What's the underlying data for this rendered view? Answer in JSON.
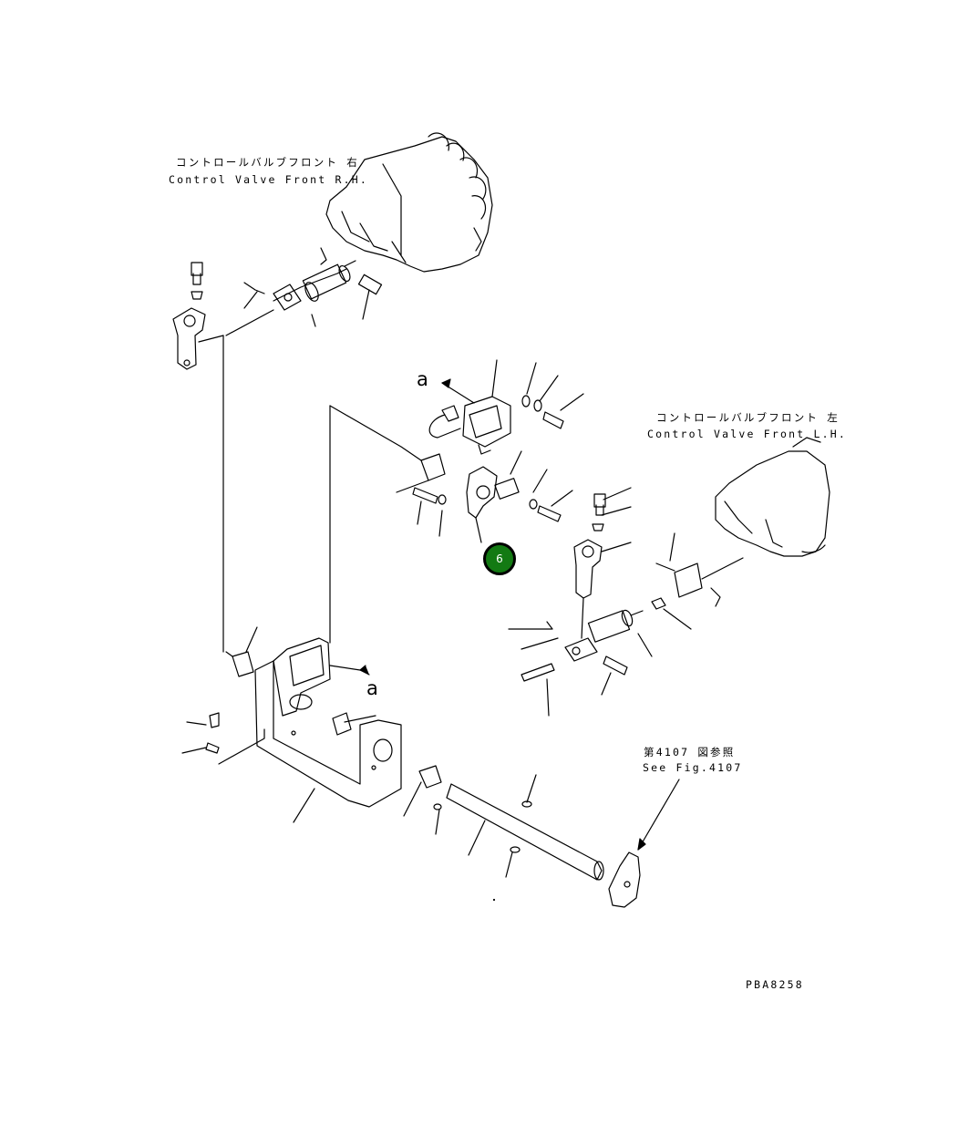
{
  "labels": {
    "rh_jp": "コントロールバルブフロント 右",
    "rh_en": "Control Valve Front R.H.",
    "lh_jp": "コントロールバルブフロント 左",
    "lh_en": "Control Valve Front L.H.",
    "fig_jp": "第4107 図参照",
    "fig_en": "See Fig.4107",
    "drawing_no": "PBA8258"
  },
  "view_markers": {
    "top": "a",
    "bottom": "a"
  },
  "callouts": [
    {
      "number": "6",
      "color": "#137a13"
    }
  ]
}
